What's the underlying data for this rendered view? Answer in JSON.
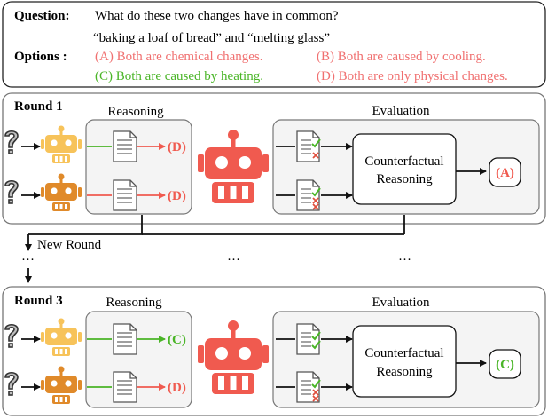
{
  "question": {
    "label": "Question:",
    "line1": "What do these two changes have in common?",
    "line2": "“baking a loaf of bread” and “melting glass”"
  },
  "options": {
    "label": "Options :",
    "a": "(A) Both are chemical changes.",
    "b": "(B) Both are caused by cooling.",
    "c": "(C) Both are caused by heating.",
    "d": "(D) Both are only physical changes."
  },
  "between": {
    "new_round": "New Round",
    "ellipsis_left": "···",
    "ellipsis_mid": "···",
    "ellipsis_right": "···"
  },
  "rounds": [
    {
      "title": "Round 1",
      "reasoning_label": "Reasoning",
      "evaluation_label": "Evaluation",
      "agent1_answer": "(D)",
      "agent2_answer": "(D)",
      "cf_line1": "Counterfactual",
      "cf_line2": "Reasoning",
      "final_answer": "(A)"
    },
    {
      "title": "Round 3",
      "reasoning_label": "Reasoning",
      "evaluation_label": "Evaluation",
      "agent1_answer": "(C)",
      "agent2_answer": "(D)",
      "cf_line1": "Counterfactual",
      "cf_line2": "Reasoning",
      "final_answer": "(C)"
    }
  ],
  "icons": {
    "question_mark": "question-mark-icon",
    "robot_small": "robot-icon",
    "robot_large": "evaluator-robot-icon",
    "document": "document-icon",
    "checklist": "checklist-icon"
  },
  "colors": {
    "red": "#f05a4f",
    "green": "#4ab527",
    "pink_text": "#f07070",
    "robot_yellow": "#f7c35a",
    "robot_orange": "#e08a2a",
    "panel_fill": "#f4f4f4",
    "border": "#555555"
  }
}
